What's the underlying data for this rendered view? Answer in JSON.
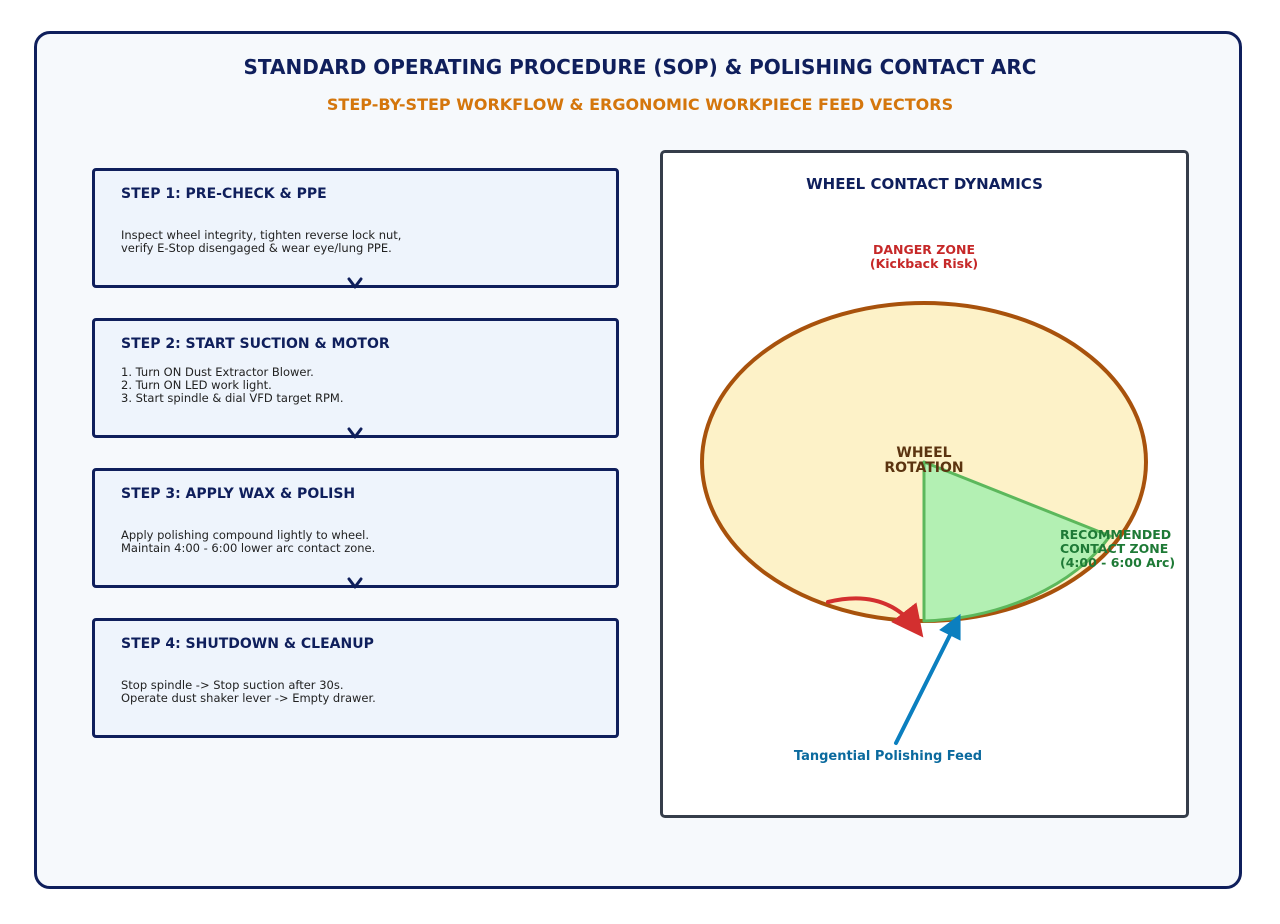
{
  "header": {
    "title": "STANDARD OPERATING PROCEDURE (SOP) & POLISHING CONTACT ARC",
    "subtitle": "STEP-BY-STEP WORKFLOW & ERGONOMIC WORKPIECE FEED VECTORS"
  },
  "steps": [
    {
      "title": "STEP 1: PRE-CHECK & PPE",
      "body": "Inspect wheel integrity, tighten reverse lock nut,\nverify E-Stop disengaged & wear eye/lung PPE."
    },
    {
      "title": "STEP 2: START SUCTION & MOTOR",
      "body": "1. Turn ON Dust Extractor Blower.\n2. Turn ON LED work light.\n3. Start spindle & dial VFD target RPM."
    },
    {
      "title": "STEP 3: APPLY WAX & POLISH",
      "body": "Apply polishing compound lightly to wheel.\nMaintain 4:00 - 6:00 lower arc contact zone."
    },
    {
      "title": "STEP 4: SHUTDOWN & CLEANUP",
      "body": "Stop spindle -> Stop suction after 30s.\nOperate dust shaker lever -> Empty drawer."
    }
  ],
  "panel": {
    "title": "WHEEL CONTACT DYNAMICS",
    "danger_zone": "DANGER ZONE\n(Kickback Risk)",
    "wheel_label": "WHEEL\nROTATION",
    "recommended_zone": "RECOMMENDED\nCONTACT ZONE\n(4:00 - 6:00 Arc)",
    "feed_label": "Tangential Polishing Feed"
  },
  "colors": {
    "navy": "#0f1f5c",
    "orange_subtitle": "#d4760c",
    "wheel_fill": "#fdf2c8",
    "wheel_stroke": "#a8520c",
    "zone_fill": "#b3f0b3",
    "zone_stroke": "#5cb85c",
    "danger_red": "#c62828",
    "rotation_arrow": "#d32f2f",
    "feed_blue": "#0b7fbf"
  }
}
